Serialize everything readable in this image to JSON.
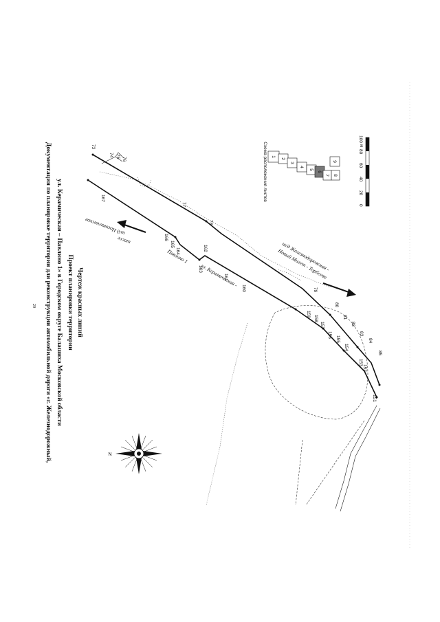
{
  "page": {
    "number": "29",
    "title_lines": [
      "Документация по планировке территории для реконструкции автомобильной дороги «г. Железнодорожный,",
      "ул. Керамическая – Павлино 1» в Городском округе Балашиха Московской области",
      "Проект планировки территории",
      "Чертеж красных линий"
    ]
  },
  "map": {
    "north_label": "N",
    "streets": {
      "nosovikhinskoe_line1": "ш/д Носовихинское",
      "nosovikhinskoe_line2": "шоссе",
      "pavlino": "Павлино 1",
      "keramicheskaya": "ул. Керамическая -",
      "zheleznodorozhnaya_line1": "ш/д Железнодорожная -",
      "zheleznodorozhnaya_line2": "Новый Милет - Торбеево"
    },
    "upper_points": [
      "73",
      "74",
      "75",
      "76",
      "77",
      "78",
      "79",
      "80",
      "81",
      "82",
      "83",
      "84",
      "85"
    ],
    "lower_points": [
      "167",
      "166",
      "165",
      "164",
      "163",
      "162",
      "161",
      "160",
      "159",
      "158",
      "157",
      "156",
      "155",
      "154",
      "153",
      "152",
      "151"
    ]
  },
  "sheet_layout": {
    "title": "Схема расположения листов",
    "sheets": [
      "1",
      "2",
      "3",
      "4",
      "5",
      "6",
      "7",
      "8",
      "9"
    ],
    "current_sheet": "6"
  },
  "scale_bar": {
    "ticks": [
      "0",
      "20",
      "40",
      "60",
      "80",
      "100"
    ],
    "unit": "м"
  }
}
